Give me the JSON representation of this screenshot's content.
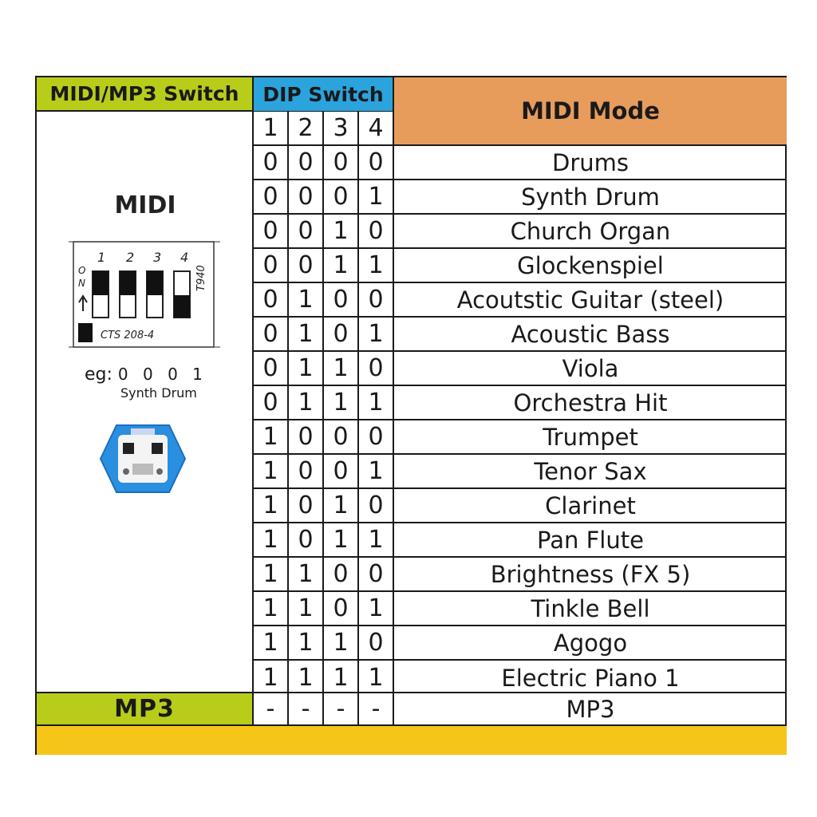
{
  "headers": {
    "switch": "MIDI/MP3 Switch",
    "dip": "DIP Switch",
    "mode": "MIDI Mode",
    "dip_positions": [
      "1",
      "2",
      "3",
      "4"
    ]
  },
  "left_panel": {
    "title": "MIDI",
    "switch_labels": {
      "on_text": "ON",
      "numbers": [
        "1",
        "2",
        "3",
        "4"
      ],
      "model": "CTS 208-4",
      "side": "T940"
    },
    "example_prefix": "eg:",
    "example_bits": "0 0 0 1",
    "example_name": "Synth Drum"
  },
  "rows": [
    {
      "bits": [
        "0",
        "0",
        "0",
        "0"
      ],
      "mode": "Drums"
    },
    {
      "bits": [
        "0",
        "0",
        "0",
        "1"
      ],
      "mode": "Synth Drum"
    },
    {
      "bits": [
        "0",
        "0",
        "1",
        "0"
      ],
      "mode": "Church Organ"
    },
    {
      "bits": [
        "0",
        "0",
        "1",
        "1"
      ],
      "mode": "Glockenspiel"
    },
    {
      "bits": [
        "0",
        "1",
        "0",
        "0"
      ],
      "mode": "Acoutstic Guitar (steel)"
    },
    {
      "bits": [
        "0",
        "1",
        "0",
        "1"
      ],
      "mode": "Acoustic Bass"
    },
    {
      "bits": [
        "0",
        "1",
        "1",
        "0"
      ],
      "mode": "Viola"
    },
    {
      "bits": [
        "0",
        "1",
        "1",
        "1"
      ],
      "mode": "Orchestra Hit"
    },
    {
      "bits": [
        "1",
        "0",
        "0",
        "0"
      ],
      "mode": "Trumpet"
    },
    {
      "bits": [
        "1",
        "0",
        "0",
        "1"
      ],
      "mode": "Tenor Sax"
    },
    {
      "bits": [
        "1",
        "0",
        "1",
        "0"
      ],
      "mode": "Clarinet"
    },
    {
      "bits": [
        "1",
        "0",
        "1",
        "1"
      ],
      "mode": "Pan Flute"
    },
    {
      "bits": [
        "1",
        "1",
        "0",
        "0"
      ],
      "mode": "Brightness (FX 5)"
    },
    {
      "bits": [
        "1",
        "1",
        "0",
        "1"
      ],
      "mode": "Tinkle Bell"
    },
    {
      "bits": [
        "1",
        "1",
        "1",
        "0"
      ],
      "mode": "Agogo"
    },
    {
      "bits": [
        "1",
        "1",
        "1",
        "1"
      ],
      "mode": "Electric Piano 1"
    }
  ],
  "mp3_row": {
    "label": "MP3",
    "bits": [
      "-",
      "-",
      "-",
      "-"
    ],
    "mode": "MP3"
  },
  "colors": {
    "switch_header": "#b8cc1a",
    "dip_header": "#2ba3dc",
    "mode_header": "#e89c5c",
    "footer": "#f5c518",
    "board": "#2b8fe0"
  }
}
